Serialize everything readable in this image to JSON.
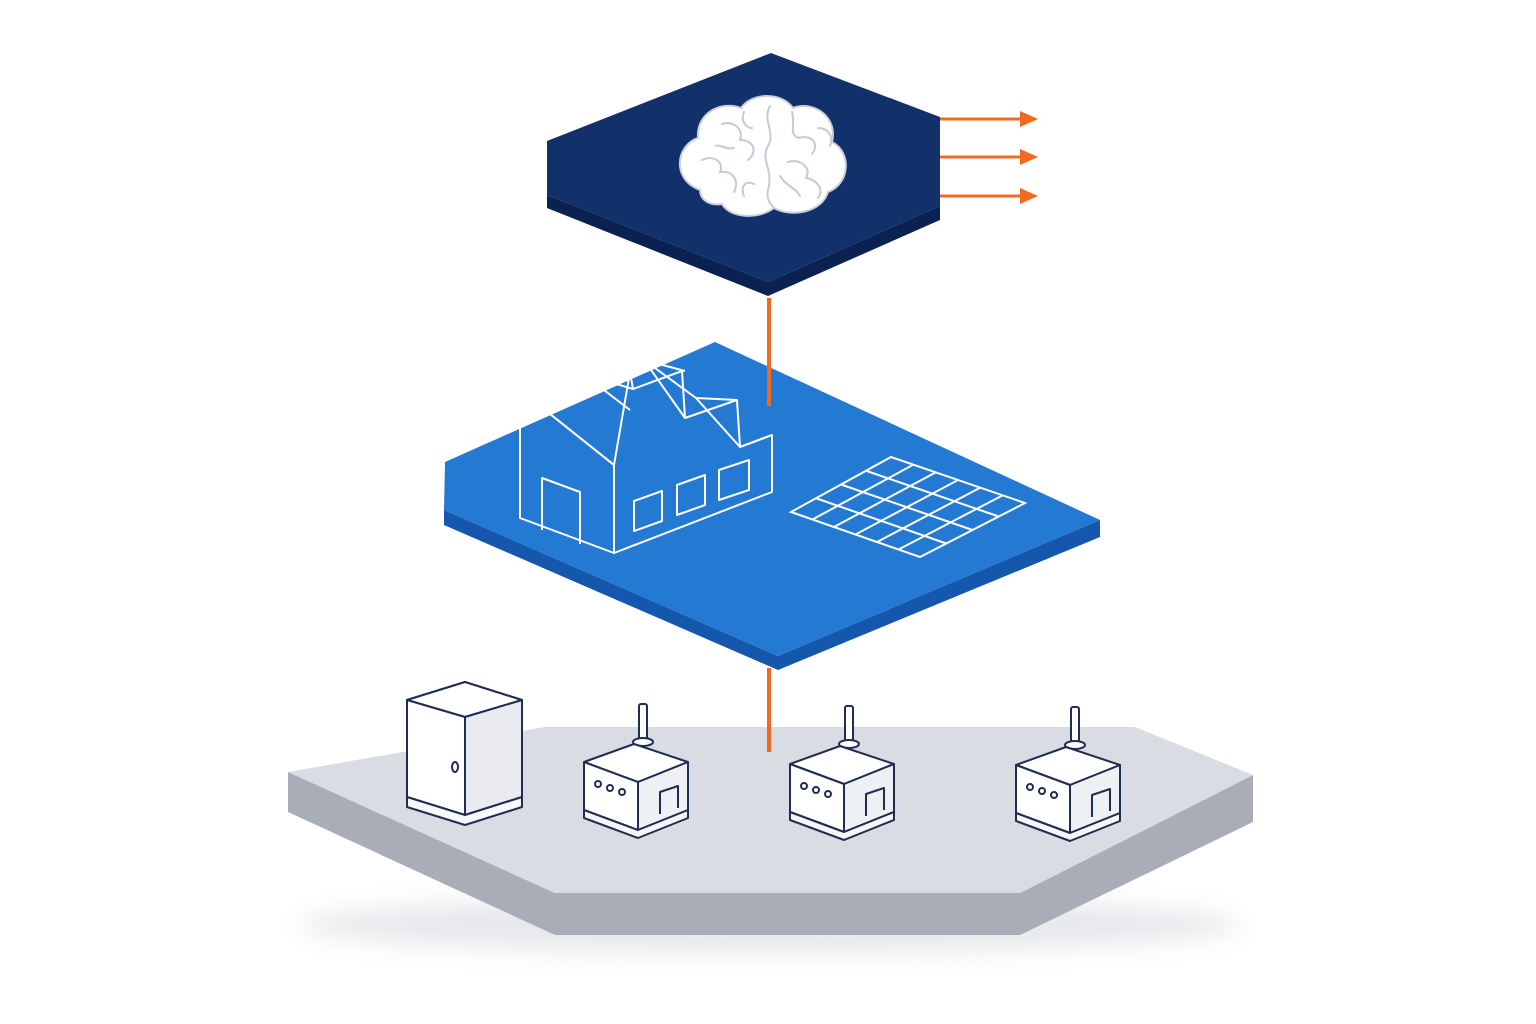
{
  "diagram": {
    "layers": [
      {
        "id": "intelligence",
        "icon": "brain-icon"
      },
      {
        "id": "facility",
        "icons": [
          "factory-icon",
          "solar-panel-icon"
        ]
      },
      {
        "id": "edge-devices",
        "icons": [
          "cabinet-icon",
          "sensor-box-icon",
          "sensor-box-icon",
          "sensor-box-icon"
        ]
      }
    ],
    "connectors": {
      "vertical_links": 2,
      "output_arrows": 3
    },
    "colors": {
      "top_layer": "#12306a",
      "top_layer_side": "#0b2151",
      "middle_layer": "#2479d2",
      "middle_layer_side": "#1457ad",
      "bottom_layer": "#d9dce2",
      "bottom_layer_side": "#a8adb8",
      "connector": "#f26a21",
      "outline": "#1e2d52",
      "brain_fill": "#ffffff"
    }
  }
}
